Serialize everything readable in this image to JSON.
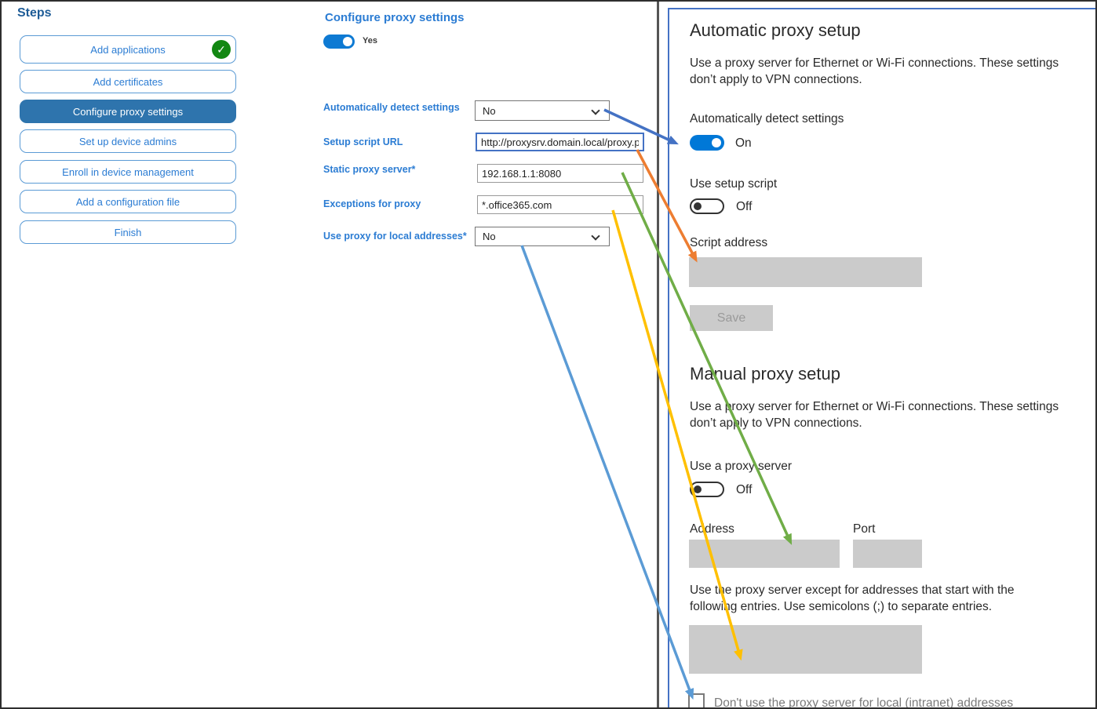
{
  "sidebar": {
    "title": "Steps",
    "items": [
      {
        "label": "Add applications",
        "state": "completed"
      },
      {
        "label": "Add certificates",
        "state": "normal"
      },
      {
        "label": "Configure proxy settings",
        "state": "active"
      },
      {
        "label": "Set up device admins",
        "state": "normal"
      },
      {
        "label": "Enroll in device management",
        "state": "normal"
      },
      {
        "label": "Add a configuration file",
        "state": "normal"
      },
      {
        "label": "Finish",
        "state": "normal"
      }
    ]
  },
  "form": {
    "title": "Configure proxy settings",
    "enabled_toggle": {
      "state": "Yes"
    },
    "fields": [
      {
        "label": "Automatically detect settings",
        "type": "select",
        "value": "No"
      },
      {
        "label": "Setup script URL",
        "type": "text",
        "value": "http://proxysrv.domain.local/proxy.pa"
      },
      {
        "label": "Static proxy server*",
        "type": "text",
        "value": "192.168.1.1:8080"
      },
      {
        "label": "Exceptions for proxy",
        "type": "text",
        "value": "*.office365.com"
      },
      {
        "label": "Use proxy for local addresses*",
        "type": "select",
        "value": "No"
      }
    ]
  },
  "panel": {
    "auto": {
      "heading": "Automatic proxy setup",
      "description": "Use a proxy server for Ethernet or Wi-Fi connections. These settings\ndon’t apply to VPN connections.",
      "detect_label": "Automatically detect settings",
      "detect_state": "On",
      "script_label": "Use setup script",
      "script_state": "Off",
      "script_address_label": "Script address",
      "save_label": "Save"
    },
    "manual": {
      "heading": "Manual proxy setup",
      "description": "Use a proxy server for Ethernet or Wi-Fi connections. These settings\ndon’t apply to VPN connections.",
      "use_label": "Use a proxy server",
      "use_state": "Off",
      "address_label": "Address",
      "port_label": "Port",
      "exceptions_text": "Use the proxy server except for addresses that start with the\nfollowing entries. Use semicolons (;) to separate entries.",
      "checkbox_label": "Don't use the proxy server for local (intranet) addresses"
    }
  },
  "arrows": [
    {
      "name": "detect-settings-mapping",
      "color": "#4472c4"
    },
    {
      "name": "setup-script-mapping",
      "color": "#ed7d31"
    },
    {
      "name": "static-proxy-mapping",
      "color": "#70ad47"
    },
    {
      "name": "exceptions-mapping",
      "color": "#ffc000"
    },
    {
      "name": "local-addresses-mapping",
      "color": "#5b9bd5"
    }
  ]
}
